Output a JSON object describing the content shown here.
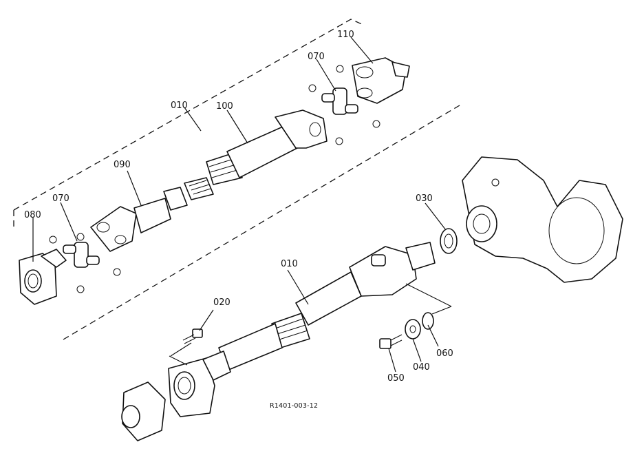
{
  "labels": {
    "p010_upper": "010",
    "p100": "100",
    "p110": "110",
    "p070_upper": "070",
    "p090": "090",
    "p070_lower": "070",
    "p080": "080",
    "p030": "030",
    "p010_lower": "010",
    "p020": "020",
    "p060": "060",
    "p040": "040",
    "p050": "050"
  },
  "reference_code": "R1401-003-12"
}
